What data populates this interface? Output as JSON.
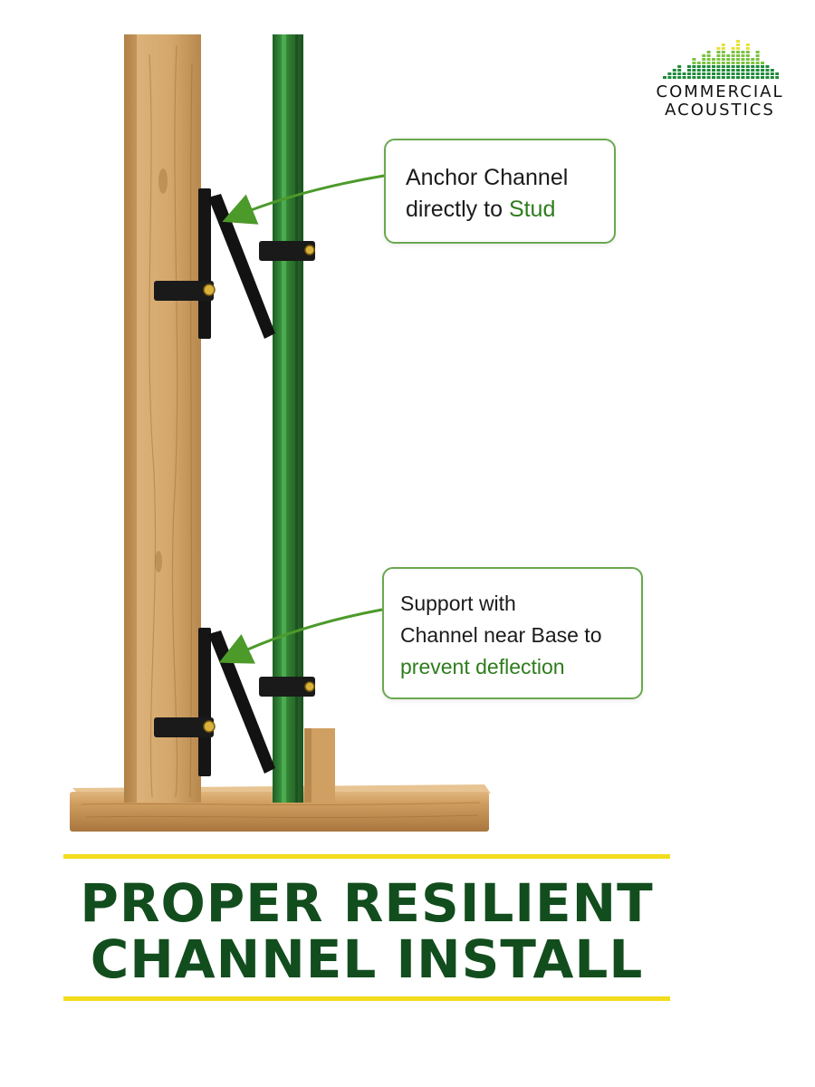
{
  "logo": {
    "line1": "COMMERCIAL",
    "line2": "ACOUSTICS"
  },
  "callouts": {
    "top": {
      "text_before": "Anchor Channel",
      "text_mid": "directly to ",
      "highlight": "Stud"
    },
    "bottom": {
      "line1": "Support with",
      "line2": "Channel near Base to",
      "highlight": "prevent deflection"
    }
  },
  "headline": {
    "line1": "PROPER RESILIENT",
    "line2": "CHANNEL INSTALL"
  },
  "colors": {
    "accent_green": "#2e7d1d",
    "headline_green": "#124d1e",
    "rule_yellow": "#f2dc1c",
    "channel_green": "#2f7a2f",
    "wood": "#d2a467"
  }
}
